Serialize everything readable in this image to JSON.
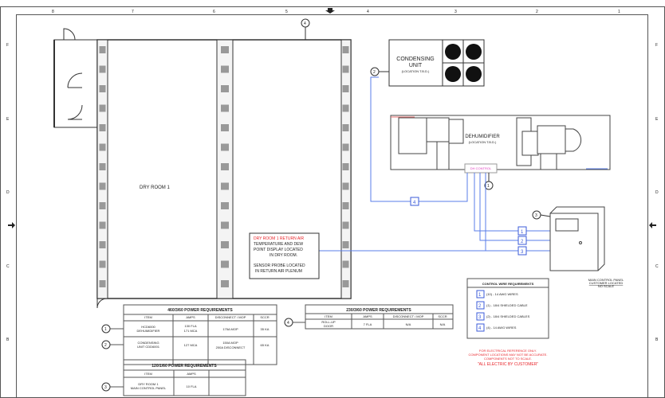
{
  "ruler": {
    "cols": [
      "8",
      "7",
      "6",
      "5",
      "4",
      "3",
      "2",
      "1"
    ],
    "rows": [
      "F",
      "E",
      "D",
      "C",
      "B"
    ]
  },
  "dry_room": {
    "label": "DRY ROOM 1"
  },
  "condensing_unit": {
    "title1": "CONDENSING",
    "title2": "UNIT",
    "subtitle": "(LOCATION T.B.D.)"
  },
  "dehumidifier": {
    "title": "DEHUMIDIFIER",
    "subtitle": "(LOCATION T.B.D.)",
    "control_label": "DH CONTROL"
  },
  "return_air_note": {
    "line1": "DRY ROOM 1 RETURN AIR",
    "line2": "TEMPERATURE AND DEW",
    "line3": "POINT DISPLAY LOCATED",
    "line4": "IN DRY ROOM.",
    "line5": "SENSOR PROBE LOCATED",
    "line6": "IN RETURN AIR PLENUM"
  },
  "callouts": {
    "c1": "1",
    "c2": "2",
    "c3": "3",
    "c4": "4"
  },
  "wire_tags": {
    "w1": "1",
    "w2": "2",
    "w3": "3",
    "w4": "4"
  },
  "panel_caption": {
    "line1": "MAIN CONTROL PANEL",
    "line2": "CUSTOMER LOCATED",
    "line3": "NO SCALE"
  },
  "table_460": {
    "title": "460/3/60 POWER REQUIREMENTS",
    "headers": [
      "ITEM",
      "AMPS",
      "DISCONNECT / MOP",
      "SCCR"
    ],
    "rows": [
      {
        "ref": "1",
        "item1": "HCD6000",
        "item2": "DEHUMIDIFIER",
        "amps1": "130 FLA",
        "amps2": "171 MCA",
        "disc1": "175A MOP",
        "disc2": "",
        "sccr": "35 KA"
      },
      {
        "ref": "2",
        "item1": "CONDENSING",
        "item2": "UNIT CDD6001",
        "amps1": "127 MCA",
        "amps2": "",
        "disc1": "150A MOP",
        "disc2": "200A DISCONNECT",
        "sccr": "65 KA"
      }
    ]
  },
  "table_230": {
    "title": "230/3/60 POWER REQUIREMENTS",
    "headers": [
      "ITEM",
      "AMPS",
      "DISCONNECT / MOP",
      "SCCR"
    ],
    "rows": [
      {
        "ref": "4",
        "item1": "ROLL-UP",
        "item2": "DOOR",
        "amps": "7 FLA",
        "disc": "N/A",
        "sccr": "N/A"
      }
    ]
  },
  "table_120": {
    "title": "120/1/60 POWER REQUIREMENTS",
    "headers": [
      "ITEM",
      "AMPS",
      ""
    ],
    "rows": [
      {
        "ref": "3",
        "item1": "DRY ROOM 1",
        "item2": "MAIN CONTROL PANEL",
        "amps": "10 FLA"
      }
    ]
  },
  "control_wire": {
    "title": "CONTROL WIRE REQUIREMENTS",
    "items": [
      {
        "tag": "1",
        "text": "(10) - 14 AWG WIRES"
      },
      {
        "tag": "2",
        "text": "(1) - 18/4 SHIELDED CABLE"
      },
      {
        "tag": "3",
        "text": "(2) - 18/4 SHIELDED CABLES"
      },
      {
        "tag": "4",
        "text": "(4) - 14 AWG WIRES"
      }
    ]
  },
  "notes": {
    "line1": "FOR ELECTRICAL REFERENCE ONLY.",
    "line2": "COMPONENT LOCATIONS MAY NOT BE ACCURATE.",
    "line3": "COMPONENTS NOT TO SCALE.",
    "line4": "\"ALL ELECTRIC BY CUSTOMER\""
  },
  "colors": {
    "wire": "#5a7ee8",
    "note_red": "#e8242a",
    "dh_control": "#e040c0"
  }
}
